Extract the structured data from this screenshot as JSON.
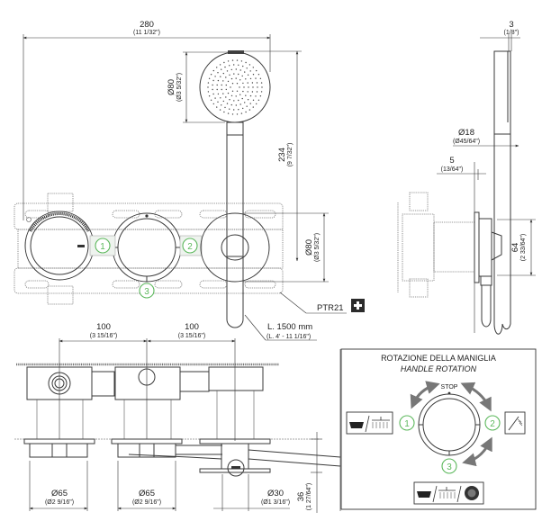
{
  "dimensions": {
    "width_total": {
      "mm": "280",
      "inch": "(11 1/32\")"
    },
    "head_diameter": {
      "mm": "Ø80",
      "inch": "(Ø3 5/32\")"
    },
    "hand_shower_length": {
      "mm": "234",
      "inch": "(9 7/32\")"
    },
    "plate_diameter": {
      "mm": "Ø80",
      "inch": "(Ø3 5/32\")"
    },
    "hose": {
      "mm": "L. 1500 mm",
      "inch": "(L. 4' - 11 1/16\")"
    },
    "spacing_1": {
      "mm": "100",
      "inch": "(3 15/16\")"
    },
    "spacing_2": {
      "mm": "100",
      "inch": "(3 15/16\")"
    },
    "side_thickness": {
      "mm": "3",
      "inch": "(1/8\")"
    },
    "handle_diameter": {
      "mm": "Ø18",
      "inch": "(Ø45/64\")"
    },
    "plate_offset": {
      "mm": "5",
      "inch": "(13/64\")"
    },
    "side_height": {
      "mm": "64",
      "inch": "(2 33/64\")"
    },
    "body_diameter_1": {
      "mm": "Ø65",
      "inch": "(Ø2 9/16\")"
    },
    "body_diameter_2": {
      "mm": "Ø65",
      "inch": "(Ø2 9/16\")"
    },
    "outlet_diameter": {
      "mm": "Ø30",
      "inch": "(Ø1 3/16\")"
    },
    "projection": {
      "mm": "36",
      "inch": "(1 27/64\")"
    }
  },
  "accessory": {
    "code": "PTR21",
    "icon": "plus-icon"
  },
  "positions": [
    "1",
    "2",
    "3"
  ],
  "rotation_box": {
    "title": "ROTAZIONE DELLA MANIGLIA",
    "subtitle": "HANDLE ROTATION",
    "stop_label": "STOP",
    "positions": [
      {
        "number": "1",
        "icon": "bath-and-overhead-shower-icon"
      },
      {
        "number": "2",
        "icon": "hand-shower-icon"
      },
      {
        "number": "3",
        "icon": "bath-overhead-and-body-jet-icon"
      }
    ]
  },
  "colors": {
    "position_marker": "#5cb85c",
    "line": "#3a3a3a",
    "badge": "#2b2b2b"
  }
}
